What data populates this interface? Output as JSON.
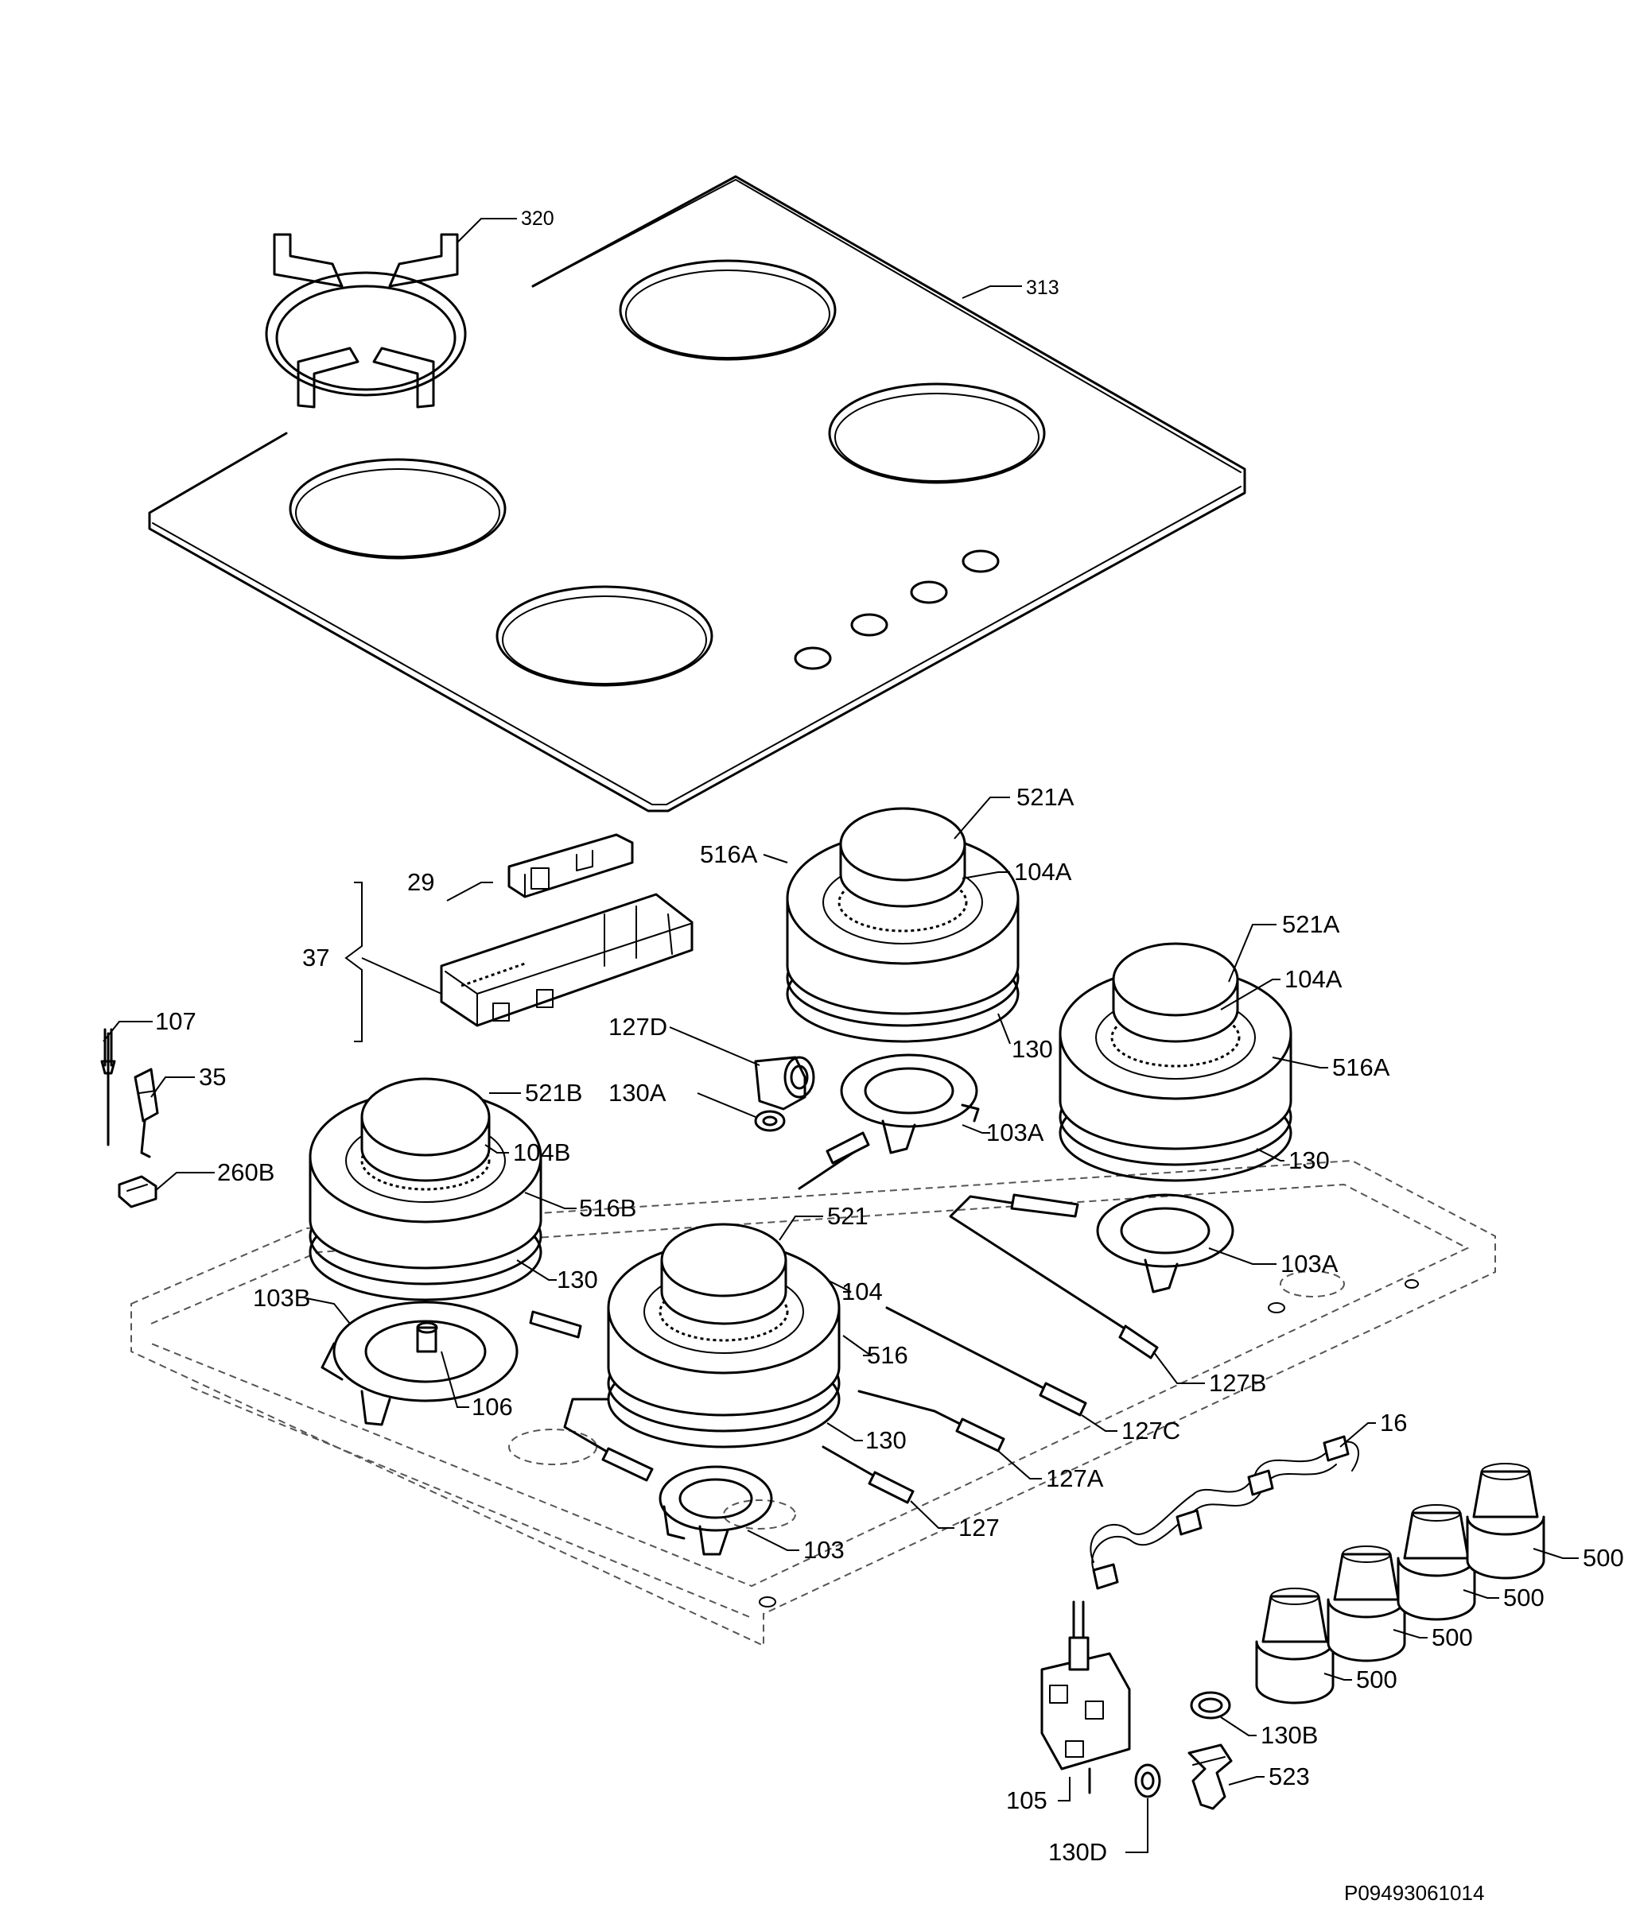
{
  "labels": {
    "grate": "320",
    "hob_top": "313",
    "cap_rear_left": "521A",
    "spreader_rear_left": "104A",
    "burner_rear_left": "516A",
    "cap_rear_right": "521A",
    "spreader_rear_right": "104A",
    "burner_rear_right": "516A",
    "seal_rear_left": "130",
    "seal_rear_right": "130",
    "ignition_unit": "29",
    "ignition_bracket": "37",
    "thermocouple": "107",
    "electrode": "35",
    "clip": "260B",
    "elbow": "127D",
    "elbow_seal": "130A",
    "base_rear_left": "103A",
    "base_rear_right": "103A",
    "cap_front_left": "521B",
    "spreader_front_left": "104B",
    "burner_front_left": "516B",
    "seal_front_left": "130",
    "base_front_left": "103B",
    "injector": "106",
    "cap_front_center": "521",
    "spreader_front_center": "104",
    "burner_front_center": "516",
    "seal_front_center": "130",
    "base_front_center": "103",
    "pipe_b": "127B",
    "pipe_c": "127C",
    "pipe_a": "127A",
    "pipe": "127",
    "switch_harness": "16",
    "knob_1": "500",
    "knob_2": "500",
    "knob_3": "500",
    "knob_4": "500",
    "valve": "105",
    "valve_seal_b": "130B",
    "valve_clip": "523",
    "valve_seal_d": "130D"
  },
  "drawing_code": "P09493061014"
}
